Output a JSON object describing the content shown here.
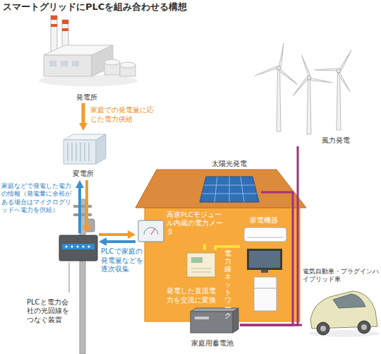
{
  "diagram": {
    "title": "スマートグリッドにPLCを組み合わせる構想",
    "nodes": [
      {
        "text": [
          "発電所"
        ]
      },
      {
        "text": [
          "変電所"
        ]
      },
      {
        "text": [
          "PLCと電力会社の光回線をつなぐ装置"
        ]
      },
      {
        "text": [
          "高速PLCモジュール内蔵の電力メータ"
        ]
      },
      {
        "text": [
          "太陽光発電"
        ]
      },
      {
        "text": [
          "家電機器"
        ]
      },
      {
        "text": [
          "発電した直流電力を交流に変換"
        ]
      },
      {
        "text": [
          "家庭用蓄電池"
        ]
      },
      {
        "text": [
          "風力発電"
        ]
      },
      {
        "text": [
          "電気自動車・プラグインハイブリッド車"
        ]
      }
    ],
    "edges": [
      {
        "from": 0,
        "to": 1,
        "arrow": "to",
        "label": "家庭での発電量に応じた電力供給"
      },
      {
        "from": 1,
        "to": 2,
        "arrow": "both",
        "label": "家庭などで発電した電力の情報（発電量に余裕がある場合はマイクログリッドへ電力を供給）"
      },
      {
        "from": 3,
        "to": 2,
        "arrow": "both",
        "label": "PLCで家庭の発電量などを逐次収集"
      },
      {
        "from": 4,
        "to": 7,
        "arrow": "none"
      },
      {
        "from": 8,
        "to": 7,
        "arrow": "none"
      },
      {
        "from": 9,
        "to": 7,
        "arrow": "none"
      },
      {
        "from": 3,
        "to": 6,
        "arrow": "none"
      },
      {
        "from": 6,
        "to": 5,
        "arrow": "none"
      }
    ],
    "labels": [
      "電力線ネットワーク"
    ]
  }
}
